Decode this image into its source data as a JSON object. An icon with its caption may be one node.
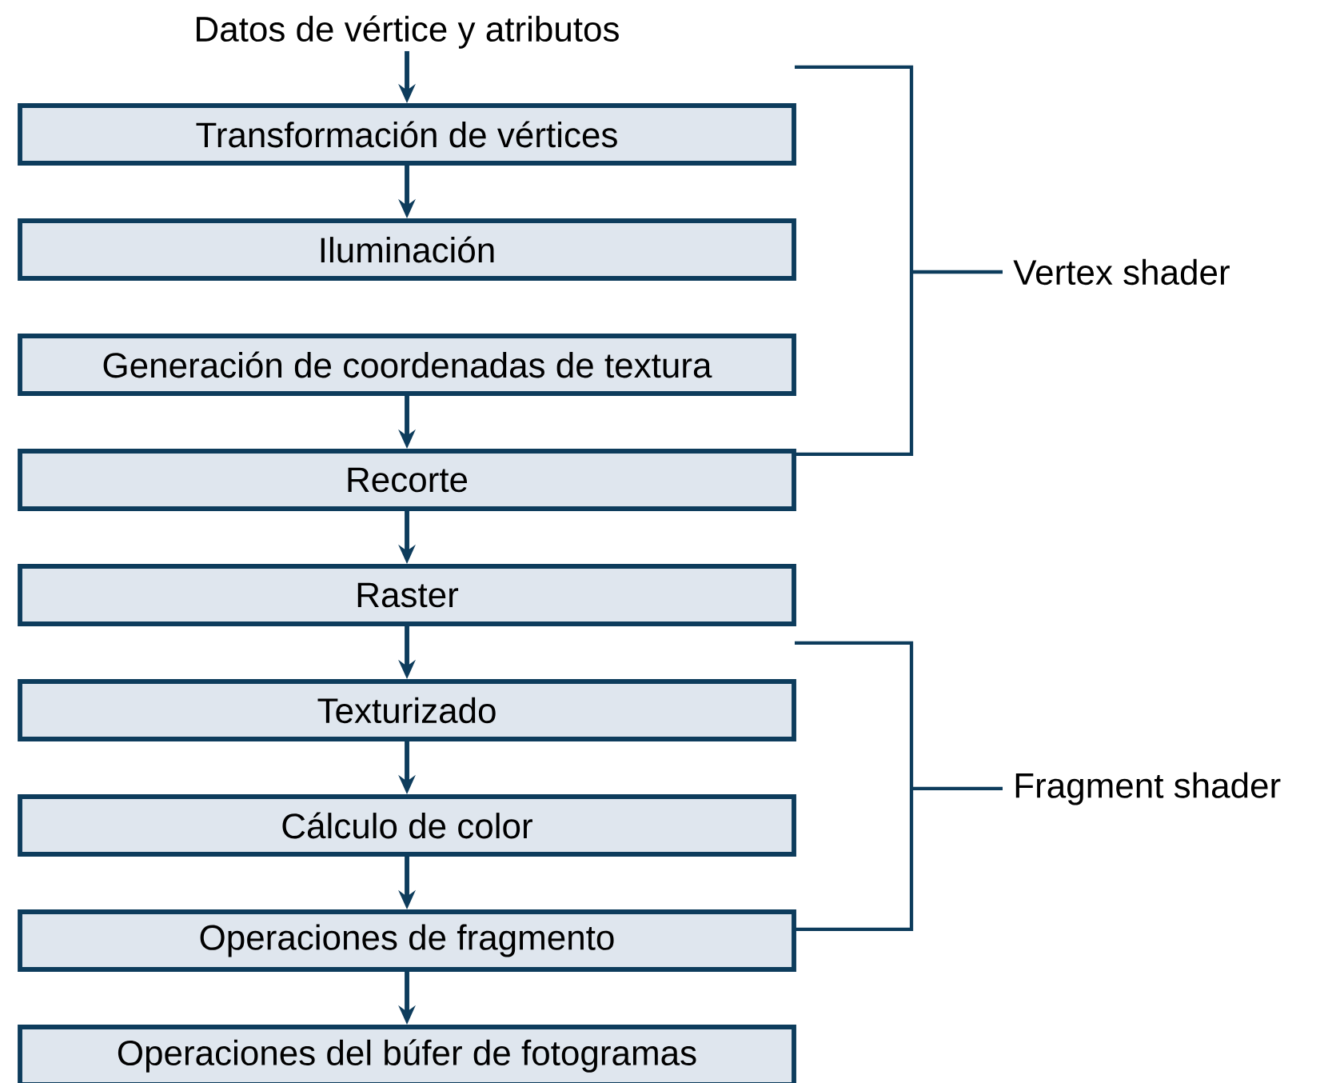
{
  "diagram": {
    "nodes": [
      {
        "text": [
          "Datos de vértice y atributos"
        ]
      },
      {
        "text": [
          "Transformación de vértices"
        ]
      },
      {
        "text": [
          "Iluminación"
        ]
      },
      {
        "text": [
          "Generación de coordenadas de textura"
        ]
      },
      {
        "text": [
          "Recorte"
        ]
      },
      {
        "text": [
          "Raster"
        ]
      },
      {
        "text": [
          "Texturizado"
        ]
      },
      {
        "text": [
          "Cálculo de color"
        ]
      },
      {
        "text": [
          "Operaciones de fragmento"
        ]
      },
      {
        "text": [
          "Operaciones del búfer de fotogramas"
        ]
      }
    ],
    "edges": [
      {
        "from": 0,
        "to": 1,
        "arrow": "to"
      },
      {
        "from": 1,
        "to": 2,
        "arrow": "to"
      },
      {
        "from": 3,
        "to": 4,
        "arrow": "to"
      },
      {
        "from": 4,
        "to": 5,
        "arrow": "to"
      },
      {
        "from": 5,
        "to": 6,
        "arrow": "to"
      },
      {
        "from": 6,
        "to": 7,
        "arrow": "to"
      },
      {
        "from": 7,
        "to": 8,
        "arrow": "to"
      },
      {
        "from": 8,
        "to": 9,
        "arrow": "to"
      }
    ],
    "labels": [
      "Vertex shader",
      "Fragment shader"
    ]
  }
}
